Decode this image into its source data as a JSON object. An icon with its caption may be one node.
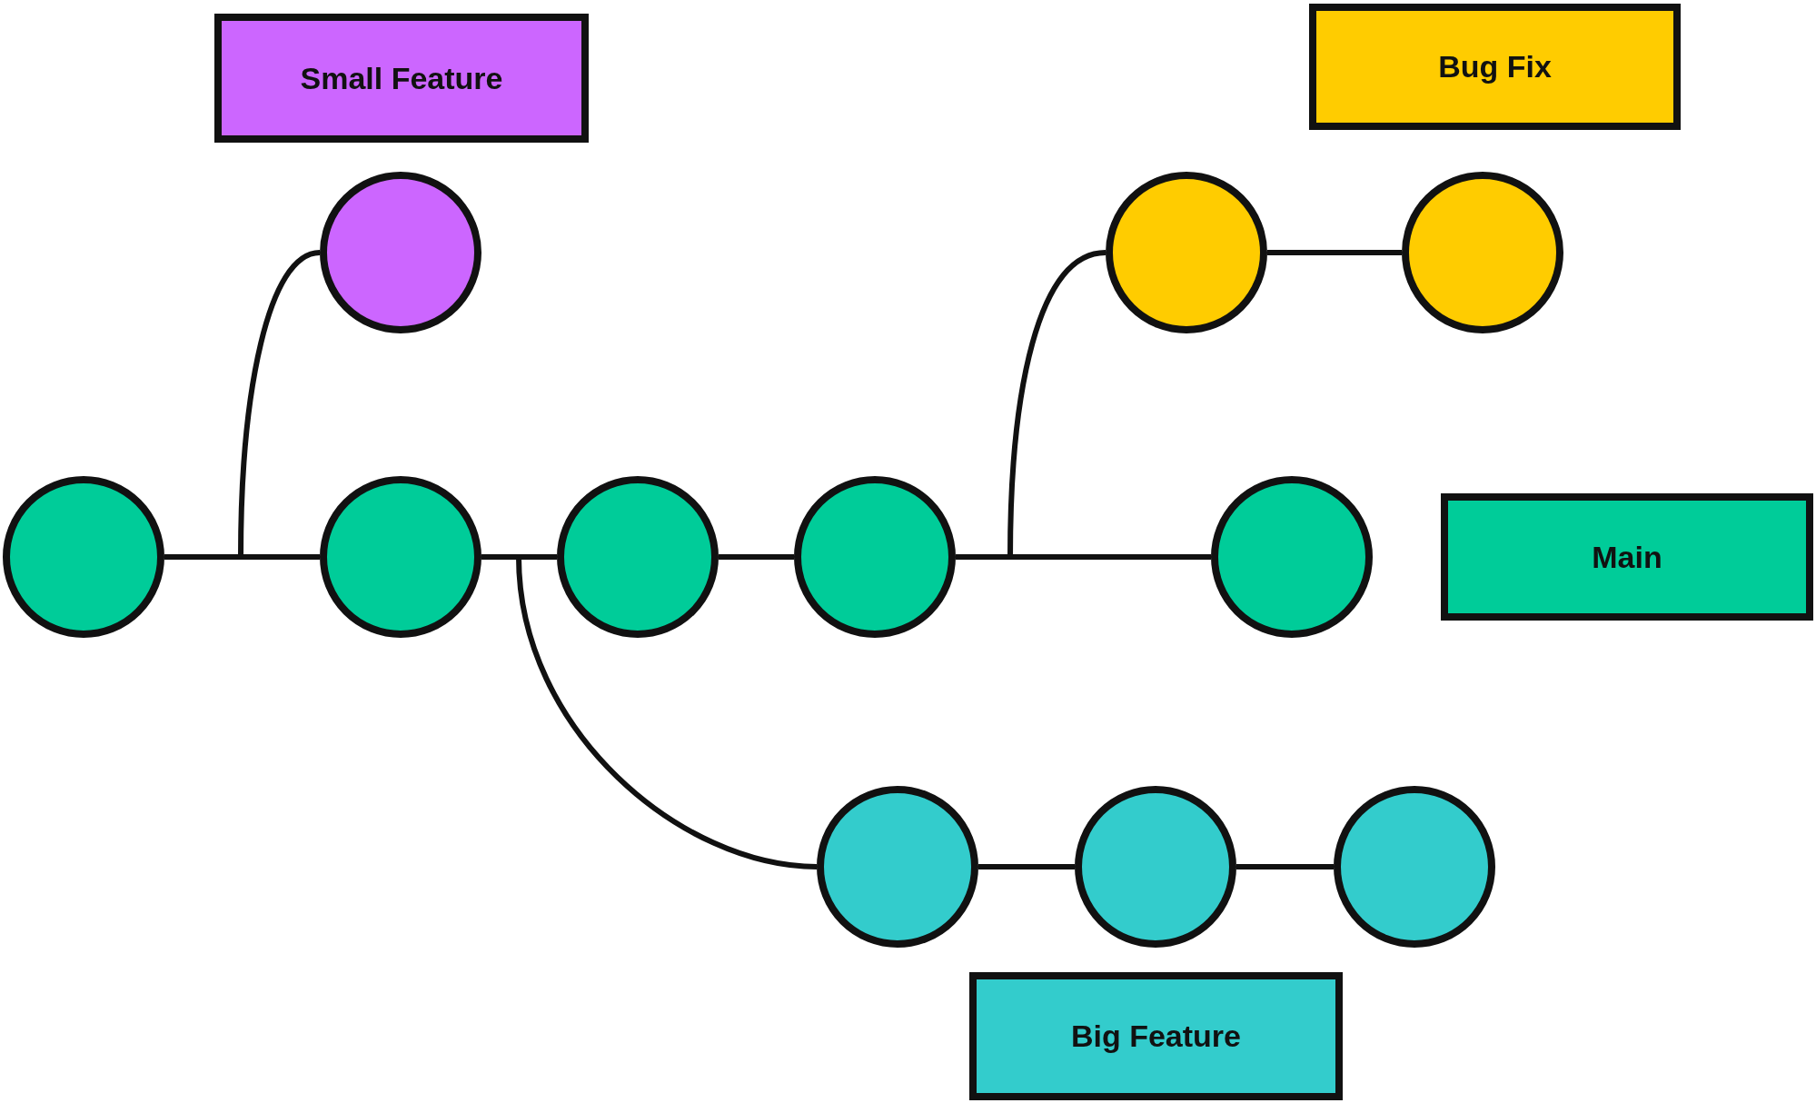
{
  "diagram": {
    "nodes": [
      {
        "text": [
          "Small Feature"
        ]
      },
      {
        "text": [
          "Bug Fix"
        ]
      },
      {
        "text": [],
        "shape": "circle"
      },
      {
        "text": [],
        "shape": "circle"
      },
      {
        "text": [],
        "shape": "circle"
      },
      {
        "text": [],
        "shape": "circle"
      },
      {
        "text": [],
        "shape": "circle"
      },
      {
        "text": [],
        "shape": "circle"
      },
      {
        "text": [],
        "shape": "circle"
      },
      {
        "text": [],
        "shape": "circle"
      },
      {
        "text": [
          "Main"
        ]
      },
      {
        "text": [],
        "shape": "circle"
      },
      {
        "text": [],
        "shape": "circle"
      },
      {
        "text": [],
        "shape": "circle"
      },
      {
        "text": [
          "Big Feature"
        ]
      }
    ],
    "edges": [
      {
        "from": 5,
        "to": 6,
        "arrow": "none"
      },
      {
        "from": 6,
        "to": 7,
        "arrow": "none"
      },
      {
        "from": 7,
        "to": 8,
        "arrow": "none"
      },
      {
        "from": 8,
        "to": 9,
        "arrow": "none"
      },
      {
        "from": 5,
        "to": 2,
        "arrow": "none"
      },
      {
        "from": 8,
        "to": 3,
        "arrow": "none"
      },
      {
        "from": 3,
        "to": 4,
        "arrow": "none"
      },
      {
        "from": 6,
        "to": 11,
        "arrow": "none"
      },
      {
        "from": 11,
        "to": 12,
        "arrow": "none"
      },
      {
        "from": 12,
        "to": 13,
        "arrow": "none"
      }
    ]
  }
}
